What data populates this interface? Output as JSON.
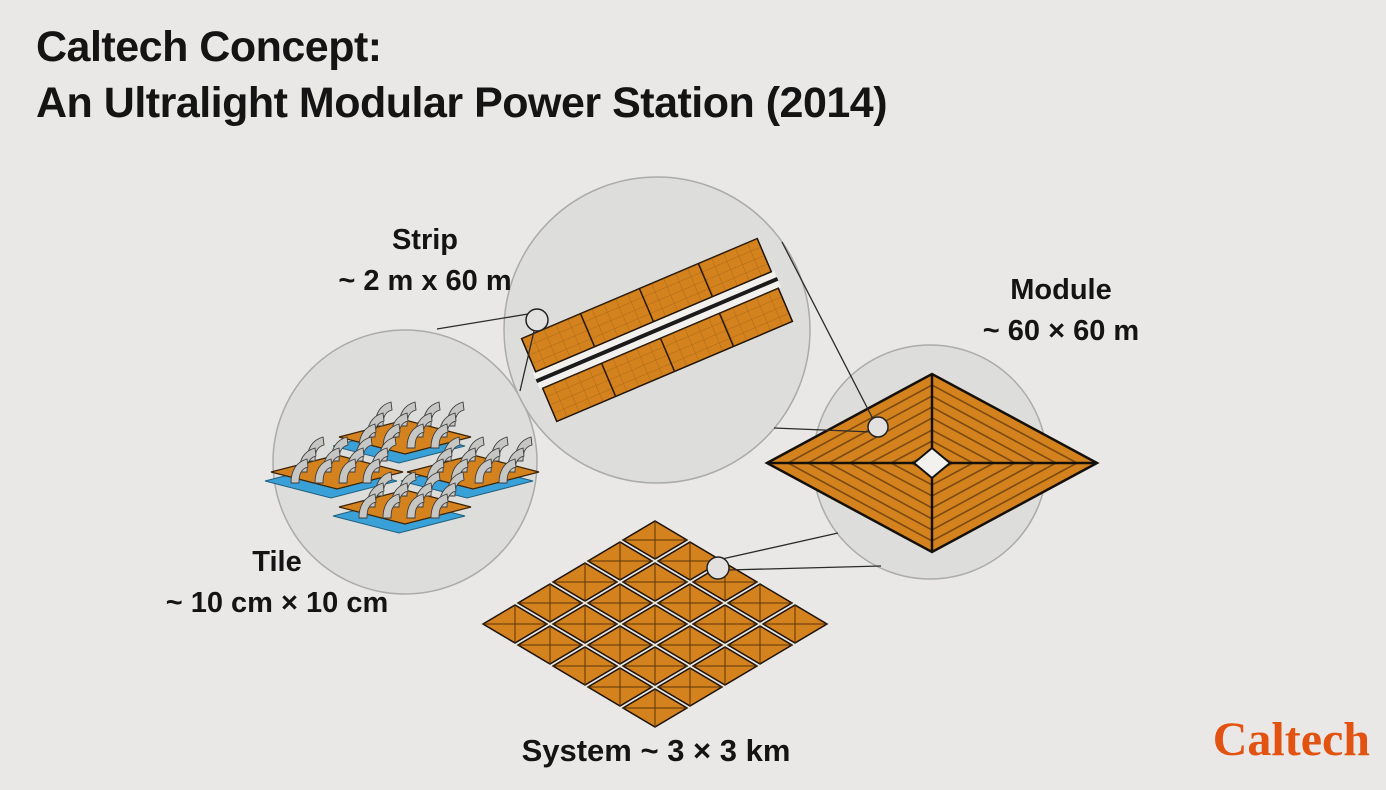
{
  "title": {
    "line1": "Caltech Concept:",
    "line2": "An Ultralight Modular Power Station (2014)"
  },
  "diagram": {
    "strip": {
      "name": "Strip",
      "dimension": "~ 2 m x 60 m"
    },
    "module": {
      "name": "Module",
      "dimension": "~ 60 × 60 m"
    },
    "tile": {
      "name": "Tile",
      "dimension": "~ 10 cm × 10 cm"
    },
    "system": {
      "label": "System ~ 3 × 3 km"
    }
  },
  "footer": {
    "logo_text": "Caltech"
  },
  "colors": {
    "background": "#E9E8E6",
    "zoom_circle_fill": "#DDDDDB",
    "panel_orange": "#D4821E",
    "panel_stripe_dark": "#7A4A10",
    "reflector_gray": "#C6C6C4",
    "substrate_blue": "#3AA0D8",
    "caltech_orange": "#E25312",
    "text": "#141414"
  }
}
